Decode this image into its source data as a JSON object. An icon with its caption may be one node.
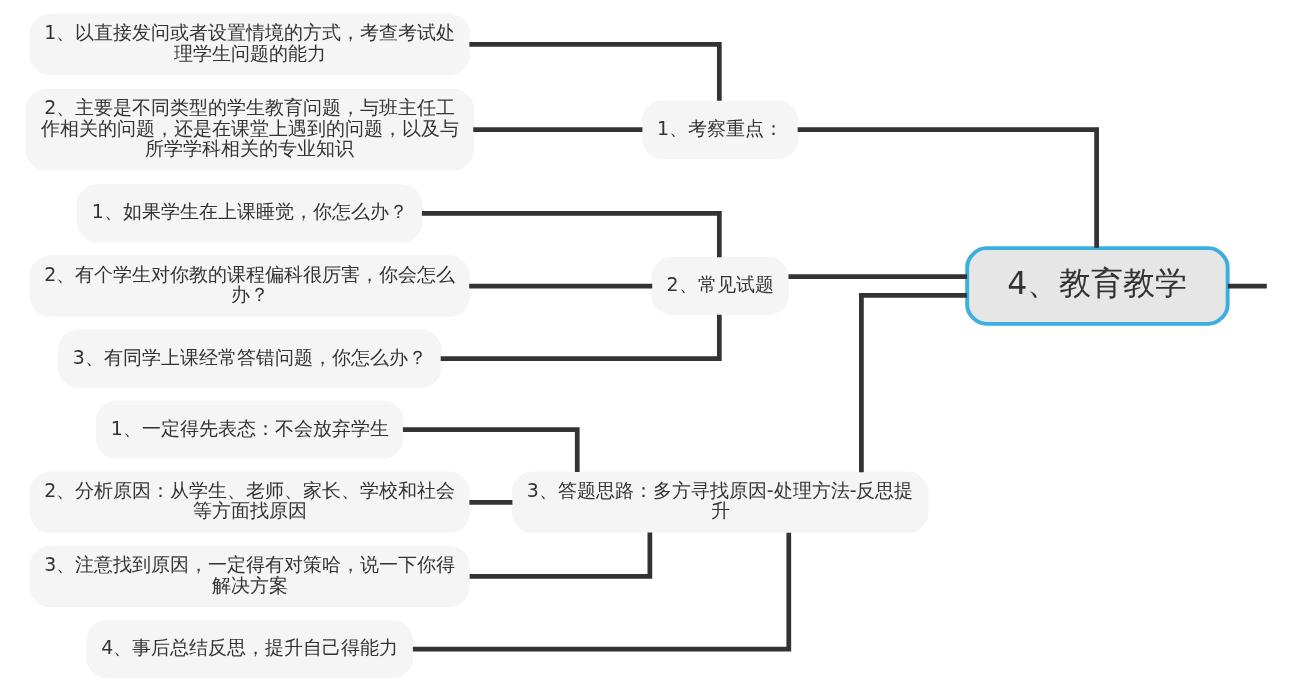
{
  "diagram": {
    "nodes": [
      {
        "text": [
          "4、教育教学"
        ]
      },
      {
        "text": [
          "1、考察重点："
        ]
      },
      {
        "text": [
          "1、以直接发问或者设置情境的方式，考查考试处理学生问题的能力"
        ]
      },
      {
        "text": [
          "2、主要是不同类型的学生教育问题，与班主任工作相关的问题，还是在课堂上遇到的问题，以及与所学学科相关的专业知识"
        ]
      },
      {
        "text": [
          "2、常见试题"
        ]
      },
      {
        "text": [
          "1、如果学生在上课睡觉，你怎么办？"
        ]
      },
      {
        "text": [
          "2、有个学生对你教的课程偏科很厉害，你会怎么办？"
        ]
      },
      {
        "text": [
          "3、有同学上课经常答错问题，你怎么办？"
        ]
      },
      {
        "text": [
          "3、答题思路：多方寻找原因-处理方法-反思提升"
        ]
      },
      {
        "text": [
          "1、一定得先表态：不会放弃学生"
        ]
      },
      {
        "text": [
          "2、分析原因：从学生、老师、家长、学校和社会等方面找原因"
        ]
      },
      {
        "text": [
          "3、注意找到原因，一定得有对策哈，说一下你得解决方案"
        ]
      },
      {
        "text": [
          "4、事后总结反思，提升自己得能力"
        ]
      }
    ],
    "edges": [
      {
        "from": null,
        "to": 0,
        "arrow": "none"
      },
      {
        "from": 0,
        "to": 1,
        "arrow": "none"
      },
      {
        "from": 1,
        "to": 2,
        "arrow": "none"
      },
      {
        "from": 1,
        "to": 3,
        "arrow": "none"
      },
      {
        "from": 0,
        "to": 4,
        "arrow": "none"
      },
      {
        "from": 4,
        "to": 5,
        "arrow": "none"
      },
      {
        "from": 4,
        "to": 6,
        "arrow": "none"
      },
      {
        "from": 4,
        "to": 7,
        "arrow": "none"
      },
      {
        "from": 0,
        "to": 8,
        "arrow": "none"
      },
      {
        "from": 8,
        "to": 9,
        "arrow": "none"
      },
      {
        "from": 8,
        "to": 10,
        "arrow": "none"
      },
      {
        "from": 8,
        "to": 11,
        "arrow": "none"
      },
      {
        "from": 8,
        "to": 12,
        "arrow": "none"
      }
    ]
  }
}
